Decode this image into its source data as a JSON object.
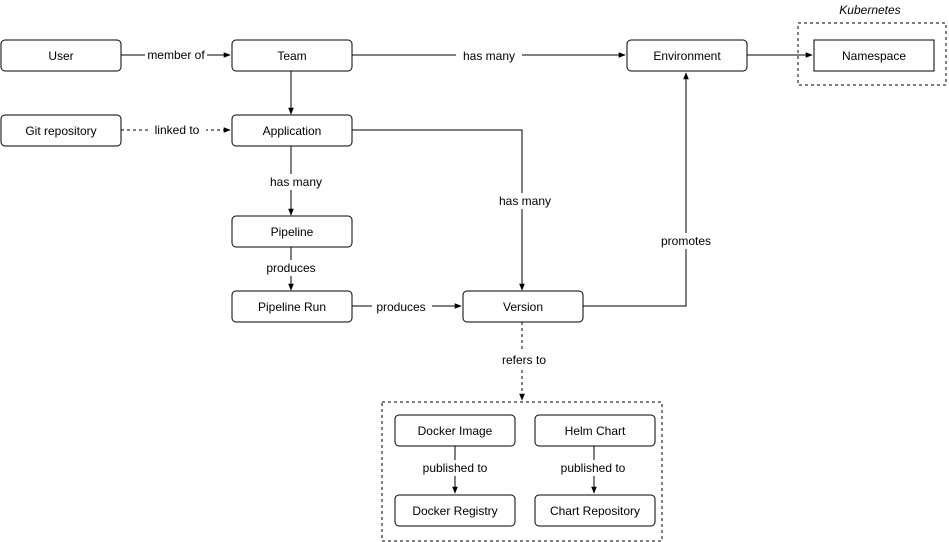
{
  "nodes": {
    "user": "User",
    "team": "Team",
    "environment": "Environment",
    "namespace": "Namespace",
    "git_repository": "Git repository",
    "application": "Application",
    "pipeline": "Pipeline",
    "pipeline_run": "Pipeline Run",
    "version": "Version",
    "docker_image": "Docker Image",
    "helm_chart": "Helm Chart",
    "docker_registry": "Docker Registry",
    "chart_repository": "Chart Repository"
  },
  "edges": {
    "user_team": "member of",
    "team_environment": "has many",
    "git_application": "linked to",
    "application_pipeline": "has many",
    "application_version": "has many",
    "pipeline_run": "produces",
    "run_version": "produces",
    "version_environment": "promotes",
    "version_artifacts": "refers to",
    "image_registry": "published to",
    "chart_repository": "published to"
  },
  "groups": {
    "kubernetes": "Kubernetes"
  }
}
